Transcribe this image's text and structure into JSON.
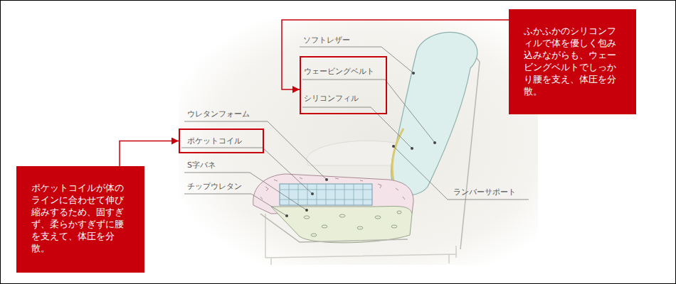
{
  "diagram": {
    "nodes": [
      {
        "text": [
          "ふかふかのシリコンフィルで体を優しく包み込みながらも、ウェービングベルトでしっかり腰を支え、体圧を分散。"
        ]
      },
      {
        "text": [
          "ウェービングベルト",
          "シリコンフィル"
        ]
      },
      {
        "text": [
          "ポケットコイル"
        ]
      },
      {
        "text": [
          "ポケットコイルが体のラインに合わせて伸び縮みするため、固すぎず、柔らかすぎずに腰を支えて、体圧を分散。"
        ]
      }
    ],
    "edges": [
      {
        "from": 0,
        "to": 1,
        "arrow": "to"
      },
      {
        "from": 3,
        "to": 2,
        "arrow": "to"
      }
    ],
    "labels": [
      "ソフトレザー",
      "ウレタンフォーム",
      "S字バネ",
      "チップウレタン",
      "ランバーサポート"
    ]
  }
}
